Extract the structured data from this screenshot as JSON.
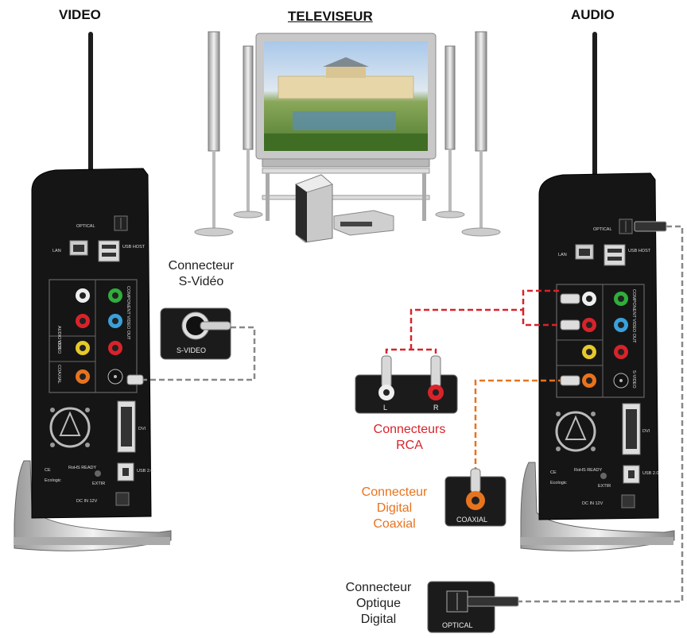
{
  "headings": {
    "video": "VIDEO",
    "televiseur": "TELEVISEUR",
    "audio": "AUDIO"
  },
  "captions": {
    "svideo": [
      "Connecteur",
      "S-Vidéo"
    ],
    "rca": [
      "Connecteurs",
      "RCA"
    ],
    "coaxial": [
      "Connecteur",
      "Digital",
      "Coaxial"
    ],
    "optical": [
      "Connecteur",
      "Optique",
      "Digital"
    ]
  },
  "connector_labels": {
    "svideo_panel": "S-VIDEO",
    "rca_left": "L",
    "rca_right": "R",
    "coaxial_panel": "COAXIAL",
    "optical_panel": "OPTICAL"
  },
  "device_labels": {
    "optical": "OPTICAL",
    "lan": "LAN",
    "usb_host": "USB HOST",
    "audio_out": "AUDIO OUT",
    "component_video_out": "COMPONENT VIDEO OUT",
    "video": "VIDEO",
    "coaxial": "COAXIAL",
    "svideo": "S-VIDEO",
    "dvi": "DVI",
    "extir": "EXTIR",
    "usb20": "USB 2.0",
    "dc_in": "DC IN 12V",
    "ce": "CE",
    "brand": "Ecologic",
    "rohs": "RoHS READY"
  },
  "colors": {
    "rca_red": "#d8232a",
    "coaxial_orange": "#e8731e",
    "optical_cable": "#888888",
    "svideo_cable": "#888888"
  }
}
